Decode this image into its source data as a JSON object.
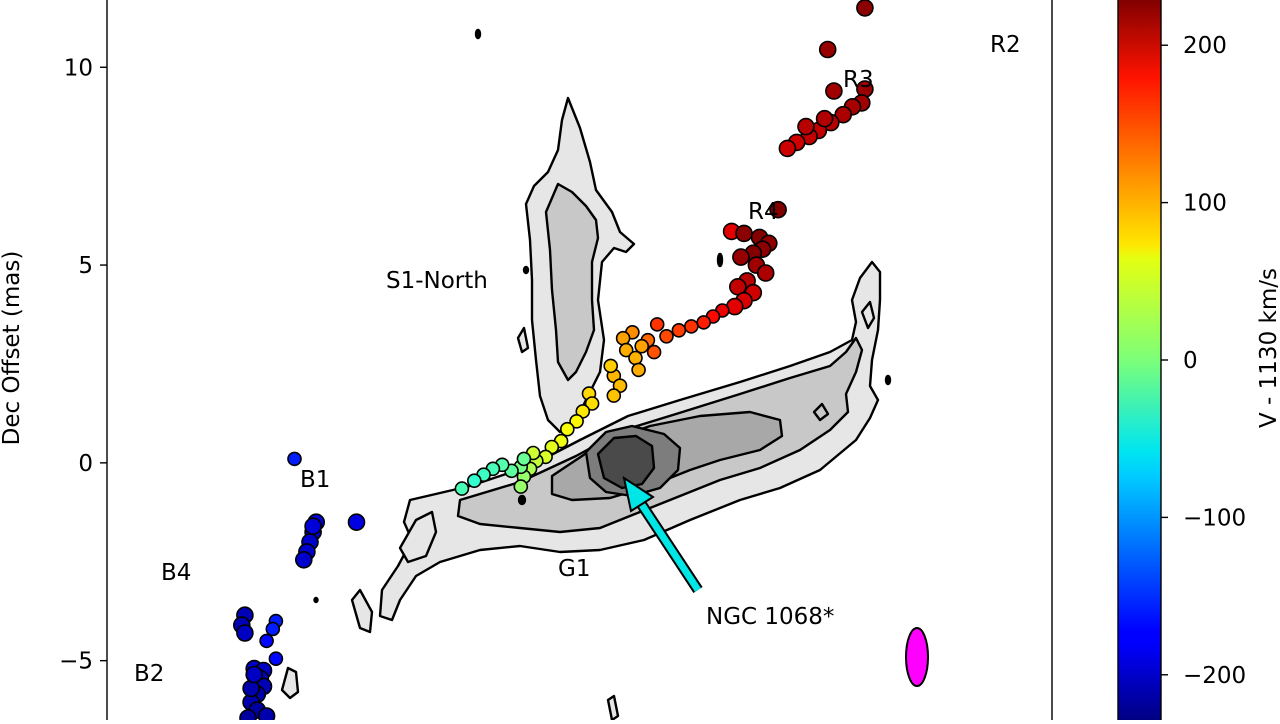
{
  "chart_data": {
    "type": "scatter",
    "ylabel": "Dec Offset (mas)",
    "ylim": [
      -6.5,
      11.7
    ],
    "yticks": [
      10,
      5,
      0,
      -5
    ],
    "ytick_labels": [
      "10",
      "5",
      "0",
      "−5"
    ],
    "colorbar": {
      "label": "V - 1130 km/s",
      "range": [
        -230,
        230
      ],
      "ticks": [
        200,
        100,
        0,
        -100,
        -200
      ],
      "tick_labels": [
        "200",
        "100",
        "0",
        "−100",
        "−200"
      ],
      "colormap": "jet"
    },
    "annotations": {
      "r2": "R2",
      "r3": "R3",
      "r4": "R4",
      "s1_north": "S1-North",
      "b1": "B1",
      "b2": "B2",
      "b4": "B4",
      "g1": "G1",
      "ngc": "NGC 1068*"
    },
    "arrow_color": "#00e5e5",
    "beam_color": "#ff00ff",
    "contour_fills": [
      "#e6e6e6",
      "#c8c8c8",
      "#a8a8a8",
      "#7d7d7d",
      "#4a4a4a"
    ],
    "points": [
      [
        3.95,
        11.5,
        225
      ],
      [
        3.35,
        10.45,
        220
      ],
      [
        3.45,
        9.4,
        215
      ],
      [
        3.95,
        9.45,
        218
      ],
      [
        3.9,
        9.1,
        215
      ],
      [
        3.75,
        9.0,
        212
      ],
      [
        3.6,
        8.8,
        210
      ],
      [
        3.4,
        8.6,
        205
      ],
      [
        3.2,
        8.4,
        200
      ],
      [
        3.05,
        8.25,
        200
      ],
      [
        2.85,
        8.1,
        195
      ],
      [
        2.7,
        7.95,
        195
      ],
      [
        3.0,
        8.5,
        205
      ],
      [
        3.3,
        8.7,
        208
      ],
      [
        2.55,
        6.4,
        230
      ],
      [
        1.8,
        5.85,
        185
      ],
      [
        2.0,
        5.8,
        225
      ],
      [
        2.25,
        5.7,
        228
      ],
      [
        2.4,
        5.55,
        222
      ],
      [
        2.3,
        5.4,
        225
      ],
      [
        2.15,
        5.3,
        228
      ],
      [
        1.95,
        5.2,
        220
      ],
      [
        2.2,
        5.0,
        215
      ],
      [
        2.35,
        4.8,
        210
      ],
      [
        2.05,
        4.6,
        205
      ],
      [
        1.9,
        4.45,
        200
      ],
      [
        2.15,
        4.3,
        195
      ],
      [
        2.0,
        4.1,
        190
      ],
      [
        1.85,
        3.95,
        185
      ],
      [
        1.65,
        3.85,
        180
      ],
      [
        1.5,
        3.7,
        170
      ],
      [
        1.35,
        3.55,
        160
      ],
      [
        1.15,
        3.45,
        150
      ],
      [
        0.95,
        3.35,
        145
      ],
      [
        0.75,
        3.2,
        140
      ],
      [
        0.6,
        3.5,
        150
      ],
      [
        0.45,
        3.1,
        125
      ],
      [
        0.2,
        3.3,
        110
      ],
      [
        0.05,
        3.15,
        100
      ],
      [
        0.1,
        2.85,
        95
      ],
      [
        0.25,
        2.65,
        92
      ],
      [
        0.35,
        2.95,
        100
      ],
      [
        0.55,
        2.8,
        135
      ],
      [
        0.3,
        2.35,
        95
      ],
      [
        -0.1,
        2.2,
        90
      ],
      [
        0.0,
        1.95,
        88
      ],
      [
        -0.1,
        1.7,
        85
      ],
      [
        -0.15,
        2.45,
        80
      ],
      [
        -0.5,
        1.75,
        75
      ],
      [
        -0.45,
        1.5,
        72
      ],
      [
        -0.6,
        1.3,
        68
      ],
      [
        -0.7,
        1.05,
        60
      ],
      [
        -0.85,
        0.85,
        55
      ],
      [
        -0.95,
        0.55,
        50
      ],
      [
        -1.1,
        0.4,
        45
      ],
      [
        -1.2,
        0.15,
        40
      ],
      [
        -1.35,
        0.05,
        30
      ],
      [
        -1.45,
        -0.15,
        20
      ],
      [
        -1.55,
        -0.35,
        10
      ],
      [
        -1.6,
        -0.1,
        -5
      ],
      [
        -1.75,
        -0.2,
        -15
      ],
      [
        -1.9,
        -0.05,
        -20
      ],
      [
        -2.05,
        -0.15,
        -25
      ],
      [
        -2.2,
        -0.3,
        -30
      ],
      [
        -2.35,
        -0.45,
        -35
      ],
      [
        -2.55,
        -0.65,
        -25
      ],
      [
        -1.4,
        0.25,
        35
      ],
      [
        -1.55,
        0.1,
        -10
      ],
      [
        -1.6,
        -0.6,
        10
      ],
      [
        -5.25,
        0.1,
        -160
      ],
      [
        -4.25,
        -1.5,
        -185
      ],
      [
        -4.9,
        -1.5,
        -190
      ],
      [
        -4.95,
        -1.75,
        -195
      ],
      [
        -5.0,
        -2.0,
        -195
      ],
      [
        -5.05,
        -2.25,
        -195
      ],
      [
        -5.1,
        -2.45,
        -195
      ],
      [
        -4.95,
        -1.6,
        -190
      ],
      [
        -6.05,
        -3.85,
        -205
      ],
      [
        -6.1,
        -4.1,
        -205
      ],
      [
        -6.05,
        -4.3,
        -200
      ],
      [
        -5.55,
        -4.0,
        -160
      ],
      [
        -5.6,
        -4.2,
        -160
      ],
      [
        -5.7,
        -4.5,
        -170
      ],
      [
        -5.55,
        -4.95,
        -170
      ],
      [
        -5.9,
        -5.2,
        -195
      ],
      [
        -5.75,
        -5.25,
        -200
      ],
      [
        -5.8,
        -5.45,
        -200
      ],
      [
        -5.75,
        -5.65,
        -205
      ],
      [
        -5.85,
        -5.85,
        -210
      ],
      [
        -5.95,
        -6.05,
        -210
      ],
      [
        -5.85,
        -6.25,
        -215
      ],
      [
        -5.7,
        -6.4,
        -210
      ],
      [
        -6.0,
        -6.45,
        -215
      ],
      [
        -5.95,
        -5.7,
        -210
      ],
      [
        -5.9,
        -5.35,
        -200
      ]
    ]
  }
}
